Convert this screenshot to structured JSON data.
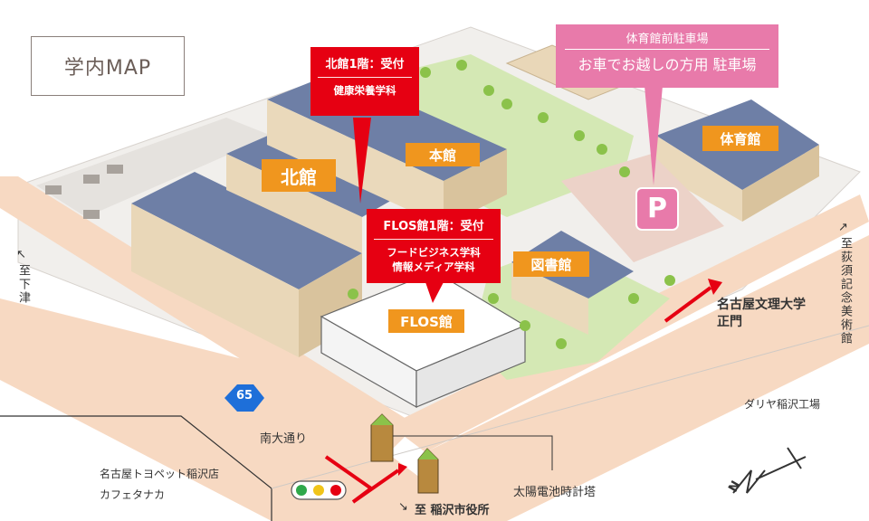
{
  "title": "学内MAP",
  "buildings": {
    "kitakan": "北館",
    "honkan": "本館",
    "flos": "FLOS館",
    "library": "図書館",
    "gym": "体育館"
  },
  "callouts": {
    "kitakan": {
      "line1": "北館1階：受付",
      "line2": "健康栄養学科"
    },
    "flos": {
      "line1": "FLOS館1階：受付",
      "line2a": "フードビジネス学科",
      "line2b": "情報メディア学科"
    },
    "parking": {
      "line1": "体育館前駐車場",
      "line2": "お車でお越しの方用 駐車場"
    }
  },
  "parking_icon": "P",
  "route_number": "65",
  "labels": {
    "to_shimozu": "至下津",
    "to_ogisu": "至荻須記念美術館",
    "main_gate_1": "名古屋文理大学",
    "main_gate_2": "正門",
    "dariya": "ダリヤ稲沢工場",
    "minami_odori": "南大通り",
    "toyopet": "名古屋トヨペット稲沢店",
    "cafe": "カフェタナカ",
    "solar_clock": "太陽電池時計塔",
    "to_cityhall": "至 稲沢市役所",
    "north_mark": "N"
  },
  "colors": {
    "road": "#f7d9c2",
    "green": "#d4e8b4",
    "orange": "#f0961e",
    "red": "#e60012",
    "pink": "#e87aaa",
    "building_roof": "#6e7fa6"
  }
}
